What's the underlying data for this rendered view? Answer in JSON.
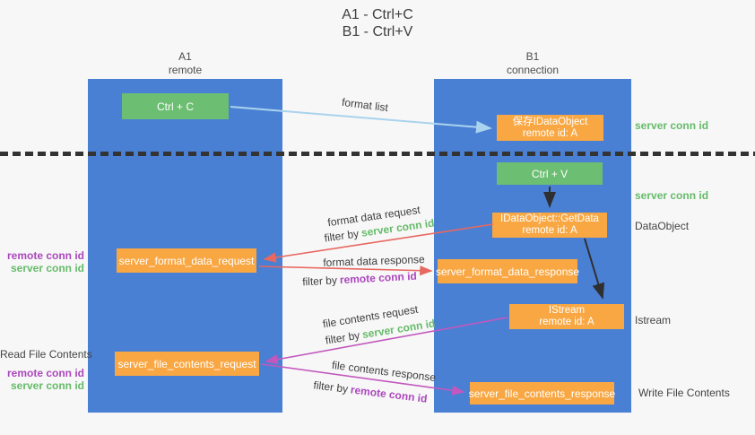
{
  "title": {
    "line1": "A1 - Ctrl+C",
    "line2": "B1 - Ctrl+V"
  },
  "lanes": {
    "left": {
      "name": "A1",
      "role": "remote"
    },
    "right": {
      "name": "B1",
      "role": "connection"
    }
  },
  "nodes": {
    "ctrl_c": {
      "label": "Ctrl + C"
    },
    "ctrl_v": {
      "label": "Ctrl + V"
    },
    "save_dataobject": {
      "line1": "保存IDataObject",
      "line2": "remote id: A"
    },
    "getdata": {
      "line1": "IDataObject::GetData",
      "line2": "remote id: A"
    },
    "istream": {
      "line1": "IStream",
      "line2": "remote id: A"
    },
    "server_format_data_request": {
      "label": "server_format_data_request"
    },
    "server_format_data_response": {
      "label": "server_format_data_response"
    },
    "server_file_contents_request": {
      "label": "server_file_contents_request"
    },
    "server_file_contents_response": {
      "label": "server_file_contents_response"
    }
  },
  "flow_labels": {
    "format_list": "format list",
    "format_data_request": "format data request",
    "format_data_response": "format data response",
    "file_contents_request": "file contents request",
    "file_contents_response": "file contents response",
    "filter_by": "filter by",
    "server_conn_id": "server conn id",
    "remote_conn_id": "remote conn id"
  },
  "side_labels": {
    "server_conn_id_top": "server conn id",
    "server_conn_id_mid": "server conn id",
    "dataobject": "DataObject",
    "istream": "Istream",
    "write_file_contents": "Write File Contents",
    "read_file_contents": "Read File Contents",
    "remote_conn_id": "remote conn id",
    "server_conn_id": "server conn id"
  },
  "colors": {
    "lane_blue": "#4a80d3",
    "box_green": "#6cbe72",
    "box_orange": "#f8a743",
    "arrow_light_blue": "#a9d3ee",
    "arrow_red": "#e7685f",
    "arrow_magenta": "#c258be",
    "arrow_black": "#2f2f2f",
    "text_green": "#66bb6a",
    "text_purple": "#ab47bc",
    "text_dark": "#3f3f3f"
  }
}
